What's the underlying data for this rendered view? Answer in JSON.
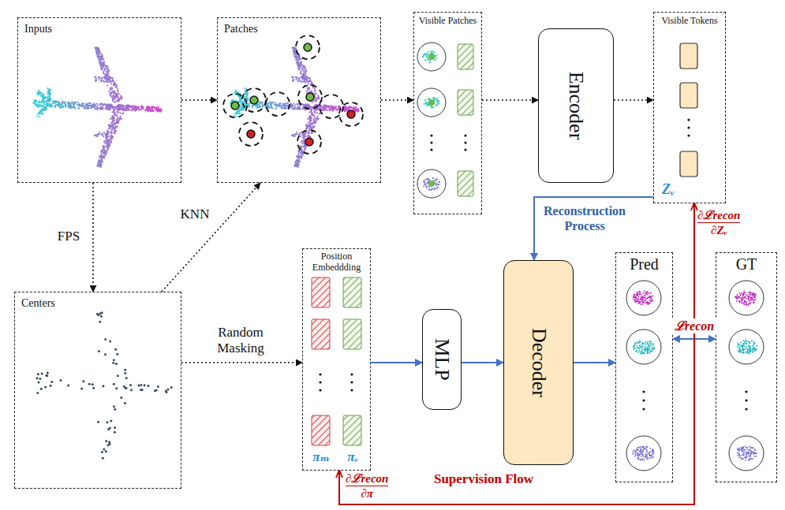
{
  "diagram": {
    "nodes": [
      {
        "text": [
          "Inputs"
        ]
      },
      {
        "text": [
          "Patches"
        ]
      },
      {
        "text": [
          "Visible Patches"
        ]
      },
      {
        "text": [
          "Encoder"
        ]
      },
      {
        "text": [
          "Visible Tokens",
          "Zᵥ"
        ]
      },
      {
        "text": [
          "Centers"
        ]
      },
      {
        "text": [
          "Position Embeddding",
          "πₘ",
          "πᵥ"
        ]
      },
      {
        "text": [
          "MLP"
        ]
      },
      {
        "text": [
          "Decoder"
        ]
      },
      {
        "text": [
          "Pred"
        ]
      },
      {
        "text": [
          "GT"
        ]
      }
    ],
    "edges": [
      {
        "from": 0,
        "to": 1,
        "arrow": "to"
      },
      {
        "from": 1,
        "to": 2,
        "arrow": "to"
      },
      {
        "from": 2,
        "to": 3,
        "arrow": "to"
      },
      {
        "from": 3,
        "to": 4,
        "arrow": "to"
      },
      {
        "from": 0,
        "to": 5,
        "label": "FPS",
        "arrow": "to"
      },
      {
        "from": 5,
        "to": 1,
        "label": "KNN",
        "arrow": "to"
      },
      {
        "from": 5,
        "to": 6,
        "label": "Random Masking",
        "arrow": "to"
      },
      {
        "from": 6,
        "to": 7,
        "arrow": "to"
      },
      {
        "from": 7,
        "to": 8,
        "arrow": "to"
      },
      {
        "from": 8,
        "to": 9,
        "arrow": "to"
      },
      {
        "from": 9,
        "to": 10,
        "label": "ℒrecon",
        "arrow": "both"
      },
      {
        "from": 4,
        "to": 8,
        "label": "Reconstruction Process",
        "arrow": "to"
      },
      {
        "from": 10,
        "to": 4,
        "arrow": "to"
      },
      {
        "from": 10,
        "to": 6,
        "label": "Supervision Flow",
        "arrow": "to"
      }
    ],
    "labels": [
      "∂ℒrecon",
      "∂Zᵥ",
      "∂ℒrecon",
      "∂π"
    ]
  }
}
